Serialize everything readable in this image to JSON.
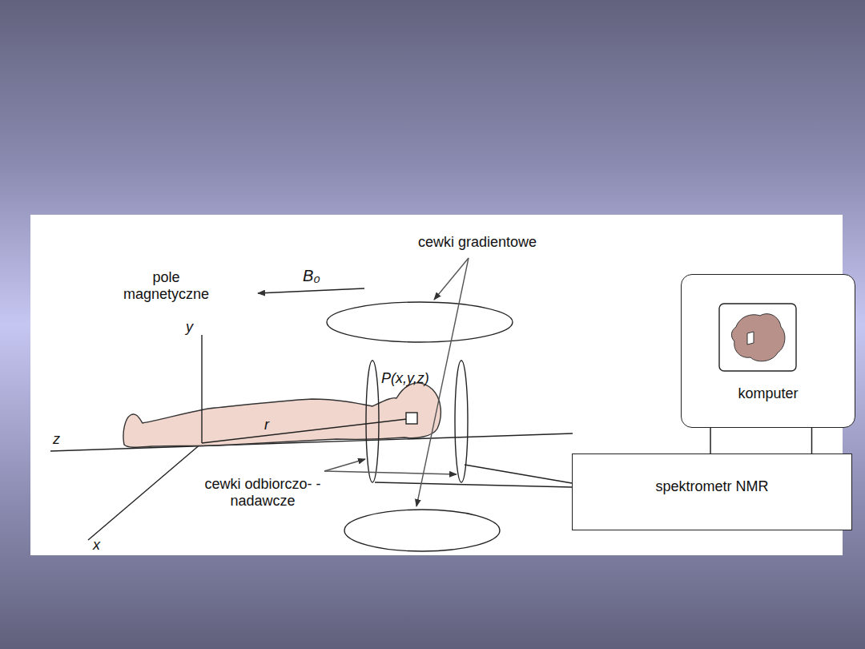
{
  "diagram": {
    "nodes": [
      {
        "text": [
          "komputer"
        ]
      },
      {
        "text": [
          "spektrometr NMR"
        ]
      }
    ],
    "edges": [
      {
        "from": 0,
        "to": 1,
        "arrow": "none"
      },
      {
        "from": 0,
        "to": 1,
        "arrow": "none"
      }
    ],
    "labels": [
      "cewki gradientowe",
      "pole magnetyczne",
      "B₀",
      "y",
      "P(x,y,z)",
      "z",
      "r",
      "cewki odbiorczo- -nadawcze",
      "x"
    ]
  }
}
